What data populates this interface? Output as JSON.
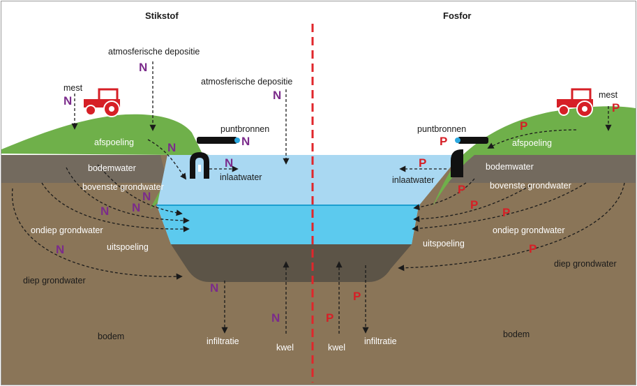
{
  "colors": {
    "nitrogen": "#7b2b8b",
    "phosphorus": "#d61f26",
    "grass": "#6fb04a",
    "soil": "#8a7558",
    "topsoil": "#736a5e",
    "water_upper": "#a9d8f2",
    "water_lower": "#5ccaee",
    "lake_bed": "#5c5447",
    "divider": "#e0262b"
  },
  "titles": {
    "left": "Stikstof",
    "right": "Fosfor"
  },
  "symbols": {
    "nitrogen": "N",
    "phosphorus": "P"
  },
  "icons": {
    "tractor": "tractor-icon",
    "pipe": "pipe-icon",
    "inlet": "inlet-structure-icon"
  },
  "labels": {
    "atm_left": "atmosferische depositie",
    "atm_mid": "atmosferische depositie",
    "mest_left": "mest",
    "mest_right": "mest",
    "puntbronnen_left": "puntbronnen",
    "puntbronnen_right": "puntbronnen",
    "afspoeling_left": "afspoeling",
    "afspoeling_right": "afspoeling",
    "bodemwater_left": "bodemwater",
    "bodemwater_right": "bodemwater",
    "bovenste_left": "bovenste grondwater",
    "bovenste_right": "bovenste grondwater",
    "inlaatwater_left": "inlaatwater",
    "inlaatwater_right": "inlaatwater",
    "ondiep_left": "ondiep grondwater",
    "ondiep_right": "ondiep grondwater",
    "uitspoeling_left": "uitspoeling",
    "uitspoeling_right": "uitspoeling",
    "diep_left": "diep grondwater",
    "diep_right": "diep grondwater",
    "infiltratie_left": "infiltratie",
    "infiltratie_right": "infiltratie",
    "kwel_left": "kwel",
    "kwel_right": "kwel",
    "bodem_left": "bodem",
    "bodem_right": "bodem"
  }
}
